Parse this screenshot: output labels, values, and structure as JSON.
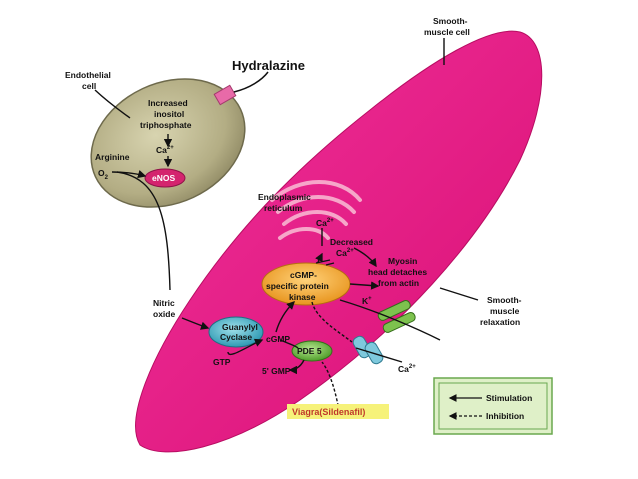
{
  "labels": {
    "hydralazine": "Hydralazine",
    "smooth_muscle_cell_1": "Smooth-",
    "smooth_muscle_cell_2": "muscle cell",
    "endothelial_cell_1": "Endothelial",
    "endothelial_cell_2": "cell",
    "increased_1": "Increased",
    "increased_2": "inositol",
    "increased_3": "triphosphate",
    "ca_endo": "Ca",
    "arginine": "Arginine",
    "o2": "O",
    "enos": "eNOS",
    "er_1": "Endoplasmic",
    "er_2": "reticulum",
    "ca_er": "Ca",
    "decreased_1": "Decreased",
    "decreased_2": "Ca",
    "myosin_1": "Myosin",
    "myosin_2": "head detaches",
    "myosin_3": "from actin",
    "pkg_1": "cGMP-",
    "pkg_2": "specific protein",
    "pkg_3": "kinase",
    "k_plus": "K",
    "relax_1": "Smooth-",
    "relax_2": "muscle",
    "relax_3": "relaxation",
    "nitric_1": "Nitric",
    "nitric_2": "oxide",
    "gc_1": "Guanylyl",
    "gc_2": "Cyclase",
    "cgmp": "cGMP",
    "pde5": "PDE 5",
    "gtp": "GTP",
    "five_gmp": "5' GMP",
    "ca_channel": "Ca",
    "viagra": "Viagra(Sildenafil)",
    "sup_2plus": "2+",
    "sup_plus": "+",
    "sub_2": "2"
  },
  "legend": {
    "stimulation": "Stimulation",
    "inhibition": "Inhibition"
  },
  "colors": {
    "smooth_muscle": "#e8197f",
    "endothelial": "#b5b08a",
    "enos": "#d4246e",
    "pkg": "#f2a93b",
    "guanylyl": "#5ab7c9",
    "pde5": "#7dc24e",
    "viagra_bg": "#f6f27a",
    "legend_bg": "#dff0c8",
    "legend_border": "#6aa84f"
  }
}
